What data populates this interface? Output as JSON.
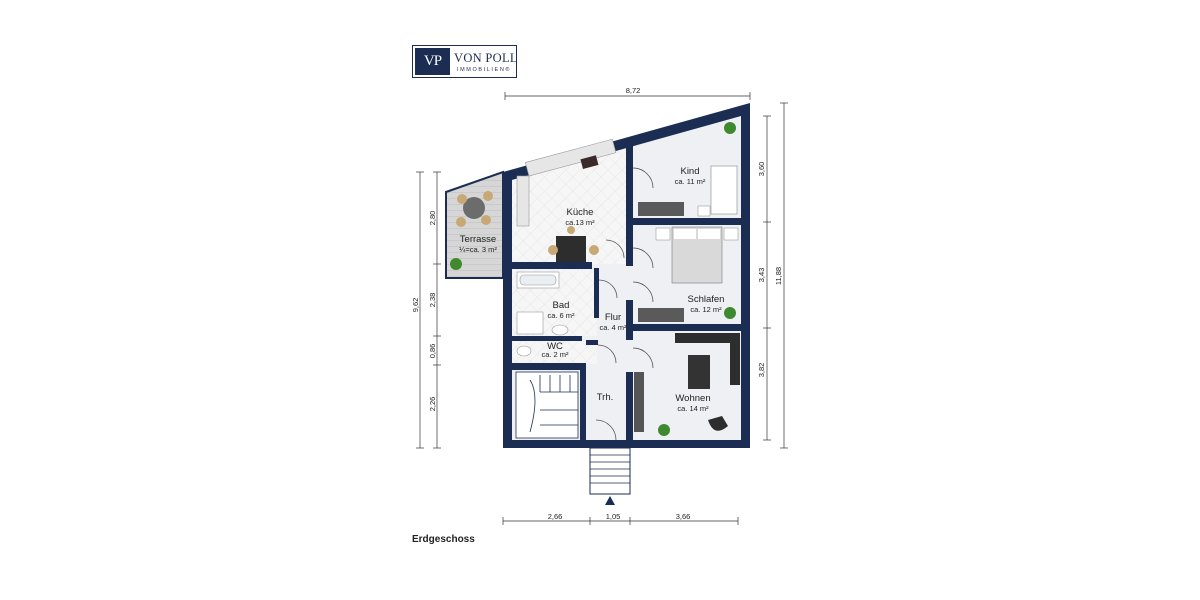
{
  "logo": {
    "mark": "VP",
    "name": "VON POLL",
    "subtitle": "IMMOBILIEN®"
  },
  "rooms": {
    "kind": {
      "name": "Kind",
      "area": "ca. 11 m²"
    },
    "kueche": {
      "name": "Küche",
      "area": "ca.13 m²"
    },
    "terrasse": {
      "name": "Terrasse",
      "area": "¼=ca. 3 m²"
    },
    "bad": {
      "name": "Bad",
      "area": "ca. 6 m²"
    },
    "flur": {
      "name": "Flur",
      "area": "ca. 4 m²"
    },
    "schlafen": {
      "name": "Schlafen",
      "area": "ca. 12 m²"
    },
    "wc": {
      "name": "WC",
      "area": "ca. 2 m²"
    },
    "treppenhaus": {
      "name": "Trh."
    },
    "wohnen": {
      "name": "Wohnen",
      "area": "ca. 14 m²"
    }
  },
  "dimensions": {
    "top_width": "8,72",
    "right_segments": [
      "3,60",
      "3,43",
      "3,82"
    ],
    "right_total": "11,88",
    "left_segments": [
      "2,80",
      "2,38",
      "0,86",
      "2,26"
    ],
    "left_total": "9,62",
    "bottom_segments": [
      "2,66",
      "1,05",
      "3,66"
    ]
  },
  "floor_label": "Erdgeschoss",
  "colors": {
    "wall": "#1b2d52",
    "floor": "#eef0f4",
    "terrace_wood": "#cfcfcf",
    "plant": "#3f8a2f"
  }
}
